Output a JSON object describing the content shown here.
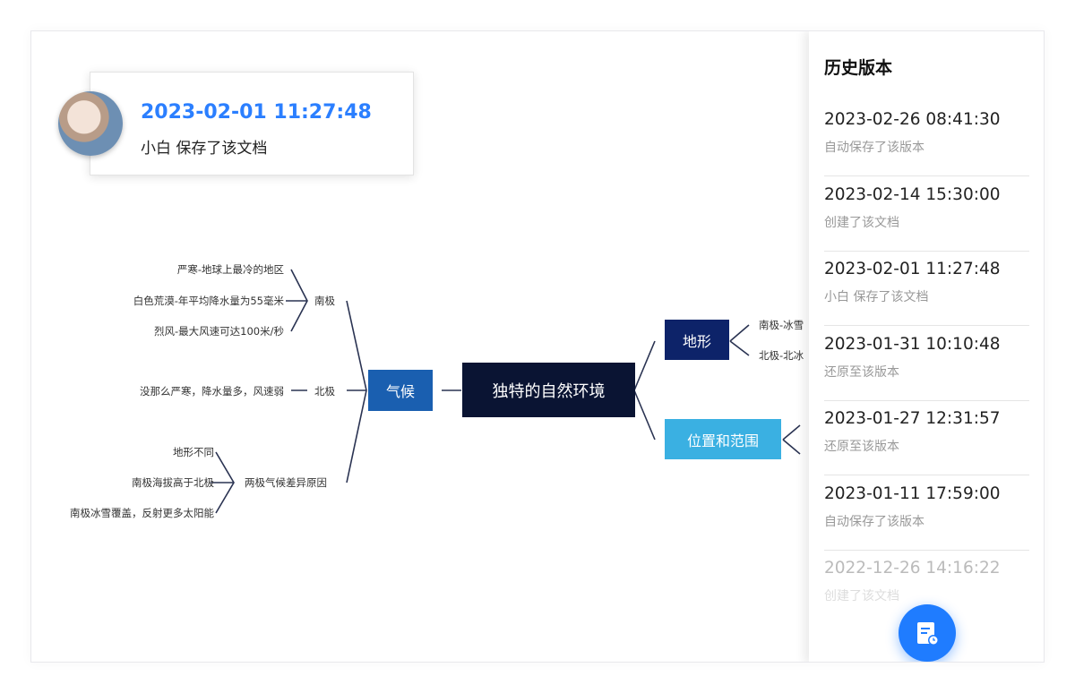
{
  "tooltip": {
    "time": "2023-02-01 11:27:48",
    "text": "小白 保存了该文档"
  },
  "mindmap": {
    "root": "独特的自然环境",
    "climate": {
      "label": "气候",
      "south": {
        "label": "南极",
        "leaves": [
          "严寒-地球上最冷的地区",
          "白色荒漠-年平均降水量为55毫米",
          "烈风-最大风速可达100米/秒"
        ]
      },
      "north": {
        "label": "北极",
        "leaves": [
          "没那么严寒，降水量多，风速弱"
        ]
      },
      "diff": {
        "label": "两极气候差异原因",
        "leaves": [
          "地形不同",
          "南极海拔高于北极",
          "南极冰雪覆盖，反射更多太阳能"
        ]
      }
    },
    "terrain": {
      "label": "地形",
      "leaves": [
        "南极-冰雪",
        "北极-北冰"
      ]
    },
    "location": {
      "label": "位置和范围"
    }
  },
  "history": {
    "title": "历史版本",
    "entries": [
      {
        "time": "2023-02-26 08:41:30",
        "desc": "自动保存了该版本"
      },
      {
        "time": "2023-02-14 15:30:00",
        "desc": "创建了该文档"
      },
      {
        "time": "2023-02-01 11:27:48",
        "desc": "小白 保存了该文档"
      },
      {
        "time": "2023-01-31 10:10:48",
        "desc": "还原至该版本"
      },
      {
        "time": "2023-01-27 12:31:57",
        "desc": "还原至该版本"
      },
      {
        "time": "2023-01-11 17:59:00",
        "desc": "自动保存了该版本"
      },
      {
        "time": "2022-12-26 14:16:22",
        "desc": "创建了该文档"
      }
    ]
  },
  "colors": {
    "accent": "#1f7cff",
    "root": "#0a1433",
    "climate": "#1a5fb0",
    "terrain": "#0d2369",
    "location": "#3ab0e2"
  }
}
